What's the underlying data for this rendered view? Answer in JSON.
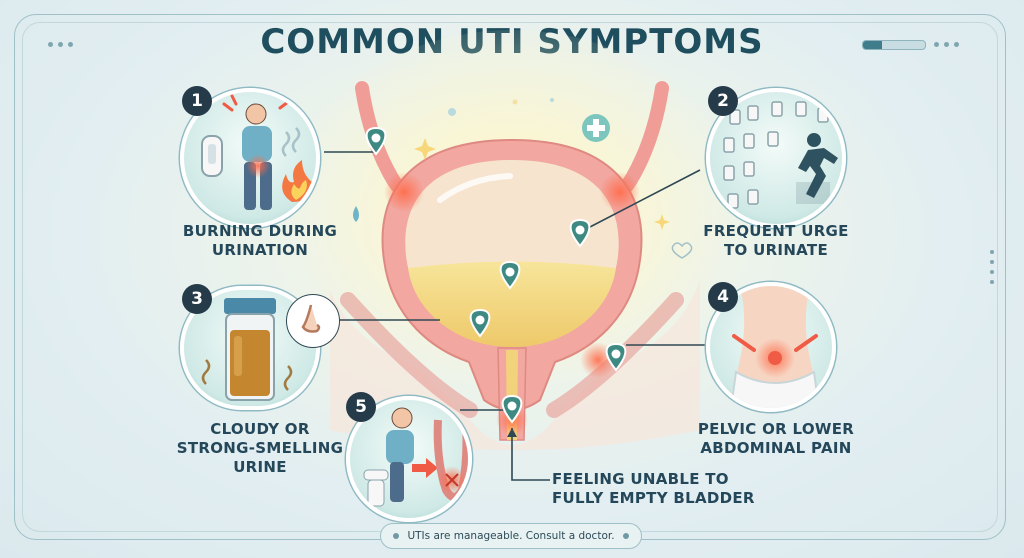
{
  "title": "COMMON UTI SYMPTOMS",
  "symptoms": [
    {
      "number": "1",
      "lines": [
        "BURNING DURING",
        "URINATION"
      ]
    },
    {
      "number": "2",
      "lines": [
        "FREQUENT URGE",
        "TO URINATE"
      ]
    },
    {
      "number": "3",
      "lines": [
        "CLOUDY OR",
        "STRONG-SMELLING",
        "URINE"
      ]
    },
    {
      "number": "4",
      "lines": [
        "PELVIC OR LOWER",
        "ABDOMINAL PAIN"
      ]
    },
    {
      "number": "5",
      "lines": [
        "FEELING UNABLE TO",
        "FULLY EMPTY BLADDER"
      ]
    }
  ],
  "footer": "UTIs are manageable. Consult a doctor.",
  "header_progress": 0.3,
  "colors": {
    "title": "#1f4e5e",
    "label": "#24475a",
    "badge": "#253b4a",
    "bladder": "#f0a29b",
    "urine": "#f4d77e",
    "pin": "#3e8a82",
    "accent_red": "#ef5b45"
  },
  "icons": [
    "urinal-icon",
    "fire-icon",
    "toilet-icon",
    "running-man-icon",
    "specimen-jar-icon",
    "nose-icon",
    "pain-spot-icon",
    "location-pin-icon",
    "plus-cross-icon",
    "water-drop-icon",
    "heart-icon"
  ]
}
